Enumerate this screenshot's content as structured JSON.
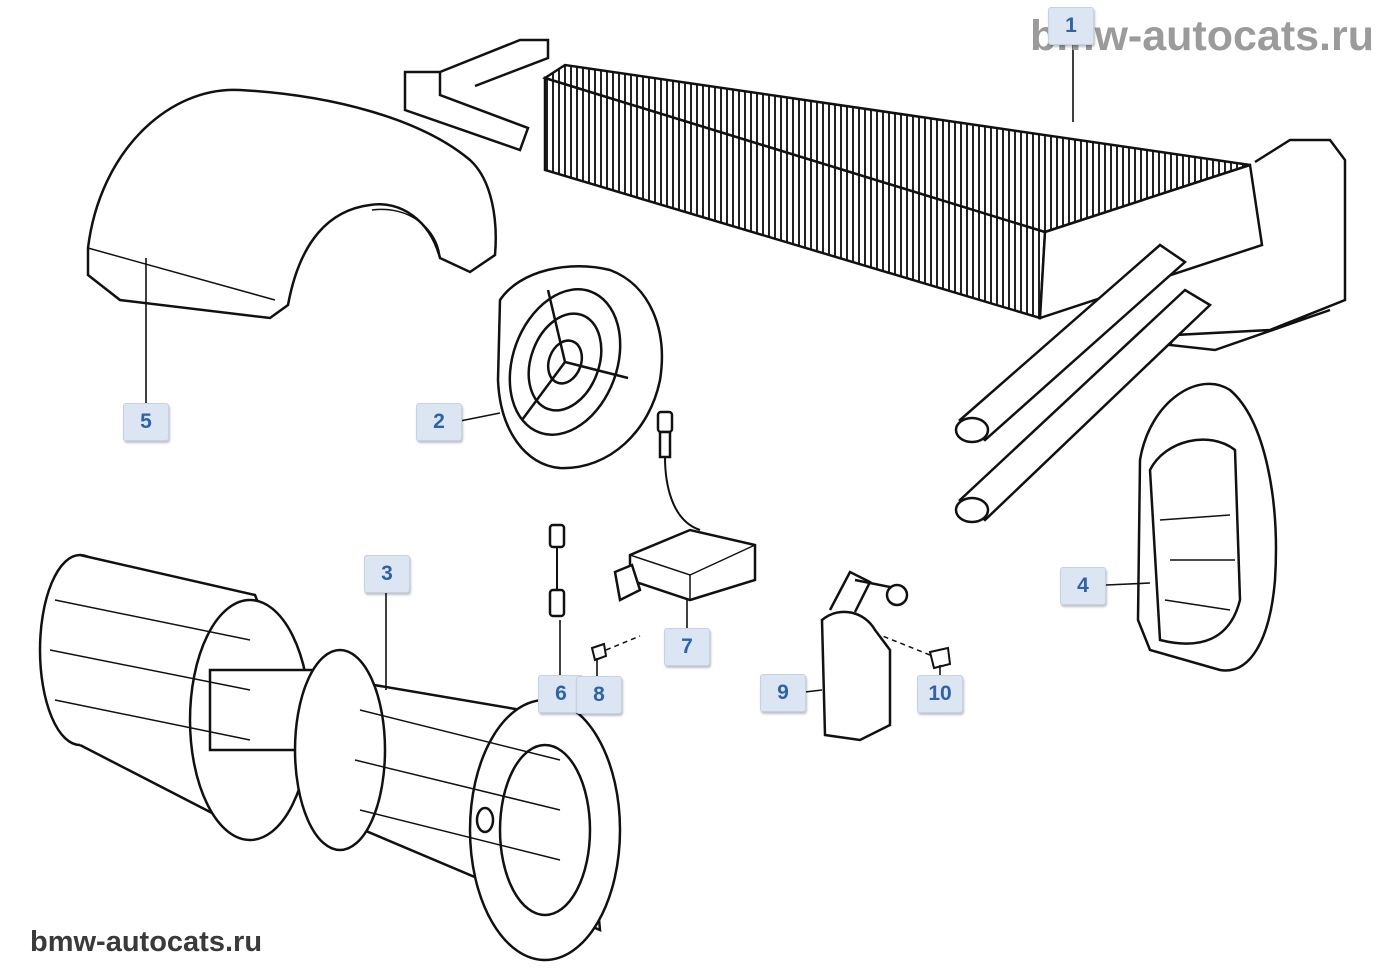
{
  "watermark": {
    "top": "bmw-autocats.ru",
    "bottom": "bmw-autocats.ru"
  },
  "callouts": {
    "c1": "1",
    "c2": "2",
    "c3": "3",
    "c4": "4",
    "c5": "5",
    "c6": "6",
    "c7": "7",
    "c8": "8",
    "c9": "9",
    "c10": "10"
  },
  "colors": {
    "callout_fill": "#dce6f2",
    "callout_text": "#2e63a8",
    "line": "#111111"
  }
}
